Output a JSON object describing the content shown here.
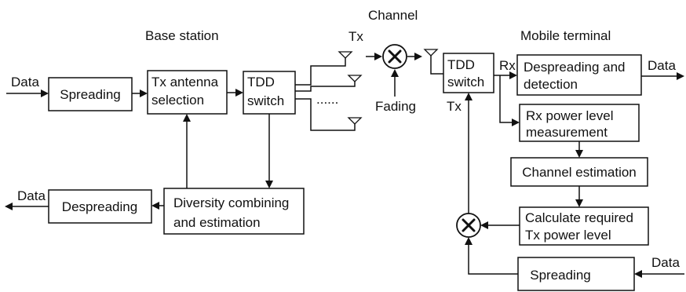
{
  "headings": {
    "base_station": "Base station",
    "channel": "Channel",
    "mobile_terminal": "Mobile terminal"
  },
  "labels": {
    "tx_top": "Tx",
    "fading": "Fading",
    "dots": "......",
    "rx": "Rx",
    "tx_mobile": "Tx",
    "data_in_bs": "Data",
    "data_out_bs": "Data",
    "data_out_mt": "Data",
    "data_in_mt": "Data"
  },
  "base_station": {
    "spreading": "Spreading",
    "tx_antenna_selection": [
      "Tx antenna",
      "selection"
    ],
    "tdd_switch": [
      "TDD",
      "switch"
    ],
    "despreading": "Despreading",
    "diversity_combining": [
      "Diversity combining",
      "and estimation"
    ]
  },
  "mobile_terminal": {
    "tdd_switch": [
      "TDD",
      "switch"
    ],
    "despreading_detection": [
      "Despreading and",
      "detection"
    ],
    "rx_power_measurement": [
      "Rx power level",
      "measurement"
    ],
    "channel_estimation": "Channel estimation",
    "calculate_tx_power": [
      "Calculate required",
      "Tx power level"
    ],
    "spreading": "Spreading"
  }
}
